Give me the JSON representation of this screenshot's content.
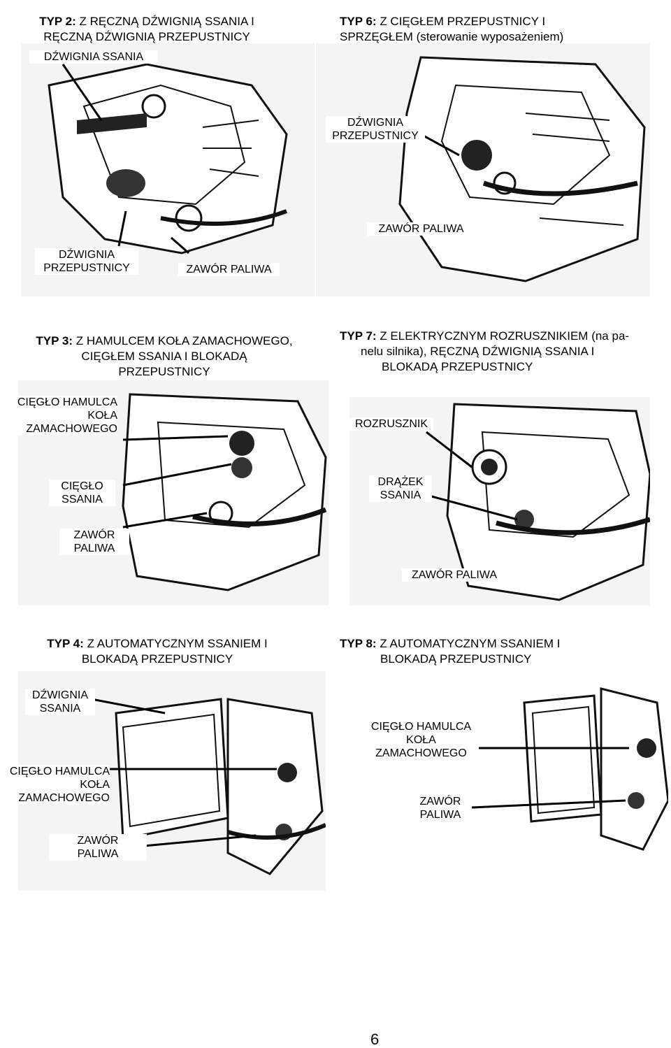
{
  "sections": [
    {
      "id": "typ2",
      "type_label": "TYP 2:",
      "title_rest": " Z RĘCZNĄ DŹWIGNIĄ SSANIA I",
      "title_line2": "RĘCZNĄ DŹWIGNIĄ PRZEPUSTNICY",
      "labels": [
        "DŹWIGNIA SSANIA",
        "DŹWIGNIA",
        "PRZEPUSTNICY",
        "ZAWÓR PALIWA"
      ]
    },
    {
      "id": "typ6",
      "type_label": "TYP 6:",
      "title_rest": " Z CIĘGŁEM PRZEPUSTNICY I",
      "title_line2": "SPRZĘGŁEM (sterowanie wyposażeniem)",
      "labels": [
        "DŹWIGNIA",
        "PRZEPUSTNICY",
        "ZAWÓR PALIWA"
      ]
    },
    {
      "id": "typ3",
      "type_label": "TYP 3:",
      "title_rest": " Z HAMULCEM KOŁA ZAMACHOWEGO,",
      "title_line2": "CIĘGŁEM SSANIA I BLOKADĄ",
      "title_line3": "PRZEPUSTNICY",
      "labels": [
        "CIĘGŁO HAMULCA",
        "KOŁA",
        "ZAMACHOWEGO",
        "CIĘGŁO",
        "SSANIA",
        "ZAWÓR",
        "PALIWA"
      ]
    },
    {
      "id": "typ7",
      "type_label": "TYP 7:",
      "title_rest": " Z ELEKTRYCZNYM ROZRUSZNIKIEM (na pa-",
      "title_line2": "nelu silnika), RĘCZNĄ DŹWIGNIĄ SSANIA I",
      "title_line3": "BLOKADĄ PRZEPUSTNICY",
      "labels": [
        "ROZRUSZNIK",
        "DRĄŻEK",
        "SSANIA",
        "ZAWÓR PALIWA"
      ]
    },
    {
      "id": "typ4",
      "type_label": "TYP 4:",
      "title_rest": " Z AUTOMATYCZNYM SSANIEM I",
      "title_line2": "BLOKADĄ PRZEPUSTNICY",
      "labels": [
        "DŹWIGNIA",
        "SSANIA",
        "CIĘGŁO HAMULCA",
        "KOŁA",
        "ZAMACHOWEGO",
        "ZAWÓR",
        "PALIWA"
      ]
    },
    {
      "id": "typ8",
      "type_label": "TYP 8:",
      "title_rest": " Z AUTOMATYCZNYM SSANIEM I",
      "title_line2": "BLOKADĄ PRZEPUSTNICY",
      "labels": [
        "CIĘGŁO HAMULCA",
        "KOŁA",
        "ZAMACHOWEGO",
        "ZAWÓR",
        "PALIWA"
      ]
    }
  ],
  "page_number": "6"
}
